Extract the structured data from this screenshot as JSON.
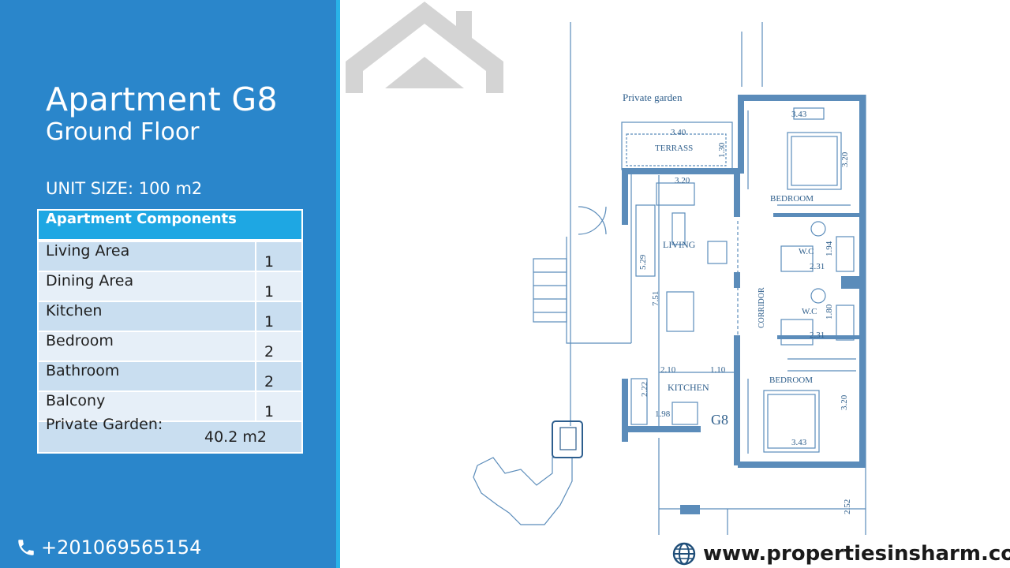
{
  "slide": {
    "title": "Apartment G8",
    "subtitle": "Ground Floor",
    "unit_size": "UNIT SIZE: 100 m2"
  },
  "components": {
    "header": "Apartment Components",
    "rows": [
      {
        "name": "Living Area",
        "count": "1"
      },
      {
        "name": "Dining Area",
        "count": "1"
      },
      {
        "name": "Kitchen",
        "count": "1"
      },
      {
        "name": "Bedroom",
        "count": "2"
      },
      {
        "name": "Bathroom",
        "count": "2"
      },
      {
        "name": "Balcony",
        "count": "1"
      }
    ],
    "garden_label": "Private Garden:",
    "garden_value": "40.2 m2"
  },
  "contact": {
    "phone": "+201069565154",
    "website": "www.propertiesinsharm.com"
  },
  "floor_plan": {
    "private_garden": "Private garden",
    "terrace": "TERRASS",
    "terrace_width": "3.40",
    "terrace_depth": "1.30",
    "living": "LIVING",
    "living_width": "3.20",
    "living_depth": "5.29",
    "total_depth": "7.51",
    "kitchen": "KITCHEN",
    "kitchen_w1": "2.10",
    "kitchen_w2": "1.10",
    "kitchen_d": "2.22",
    "kitchen_w3": "1.98",
    "unit": "G8",
    "bedroom1": "BEDROOM",
    "bedroom1_w": "3.43",
    "bedroom1_d": "3.20",
    "wc1": "W.C",
    "wc1_d": "1.94",
    "wc1_w": "2.31",
    "wc2": "W.C",
    "wc2_d": "1.80",
    "wc2_w": "2.31",
    "corridor": "CORRIDOR",
    "bedroom2": "BEDROOM",
    "bedroom2_w": "3.43",
    "bedroom2_d": "3.20",
    "outside_dim": "2.52"
  },
  "colors": {
    "panel_blue": "#2a86cb",
    "accent_cyan": "#1ea7e3",
    "plan_blue": "#5b8cba",
    "logo_gray": "#d4d4d4"
  },
  "icons": {
    "phone": "phone-icon",
    "globe": "globe-icon",
    "logo": "house-logo"
  }
}
